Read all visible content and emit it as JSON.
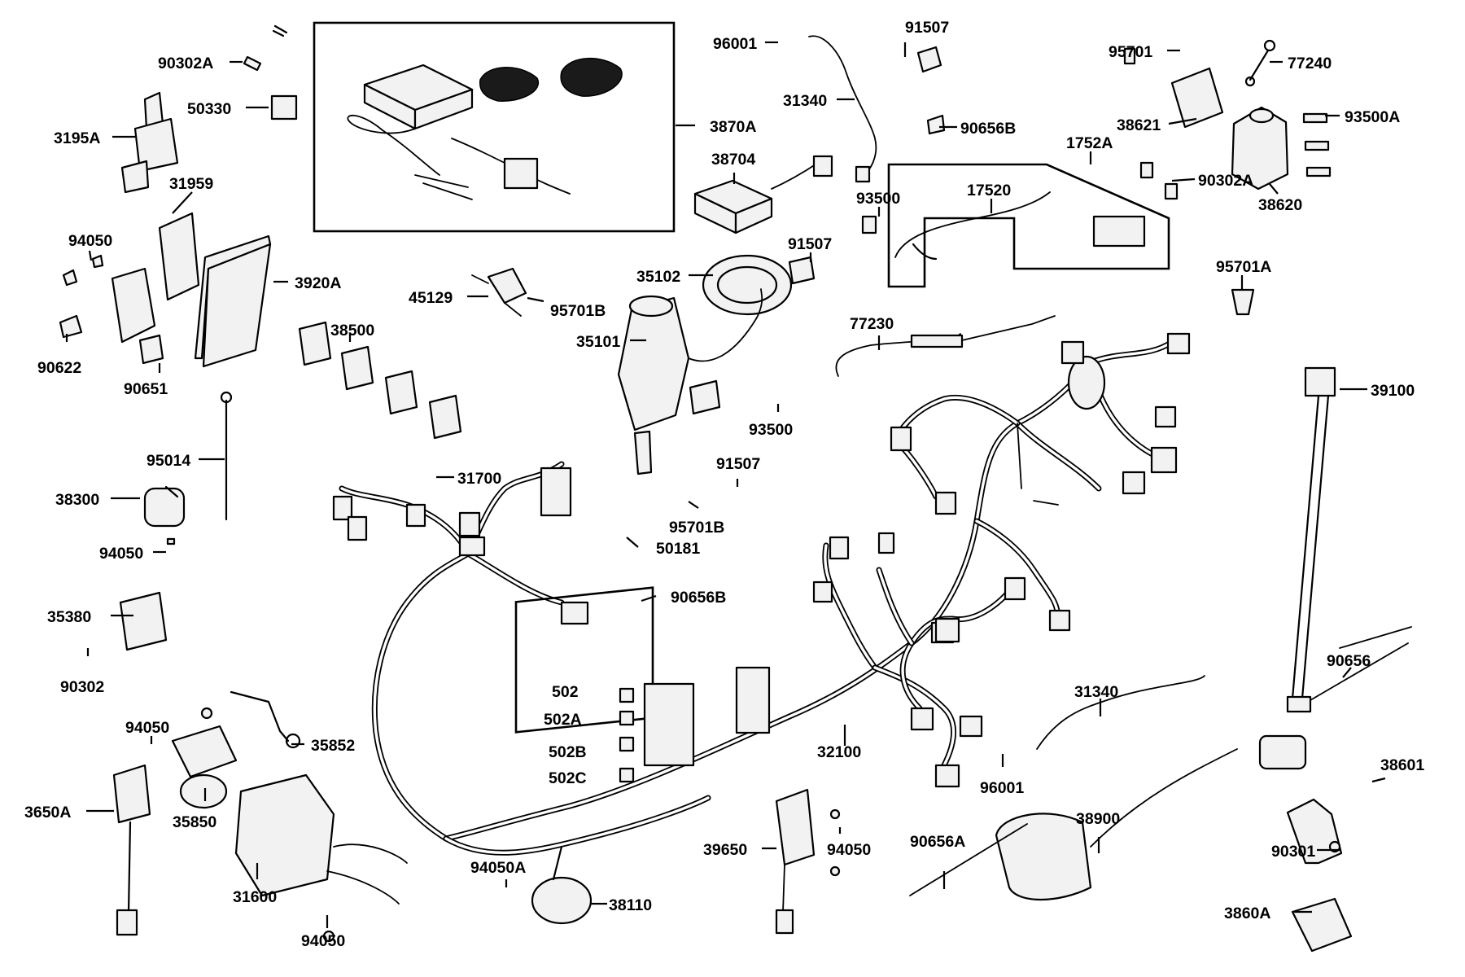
{
  "diagram": {
    "callouts": [
      {
        "id": "c-90302A-top",
        "text": "90302A"
      },
      {
        "id": "c-50330",
        "text": "50330"
      },
      {
        "id": "c-3195A",
        "text": "3195A"
      },
      {
        "id": "c-31959",
        "text": "31959"
      },
      {
        "id": "c-94050-a",
        "text": "94050"
      },
      {
        "id": "c-3920A",
        "text": "3920A"
      },
      {
        "id": "c-90622",
        "text": "90622"
      },
      {
        "id": "c-90651",
        "text": "90651"
      },
      {
        "id": "c-3870A",
        "text": "3870A"
      },
      {
        "id": "c-96001-a",
        "text": "96001"
      },
      {
        "id": "c-91507-a",
        "text": "91507"
      },
      {
        "id": "c-31340-a",
        "text": "31340"
      },
      {
        "id": "c-38704",
        "text": "38704"
      },
      {
        "id": "c-90656B-a",
        "text": "90656B"
      },
      {
        "id": "c-1752A",
        "text": "1752A"
      },
      {
        "id": "c-17520",
        "text": "17520"
      },
      {
        "id": "c-93500-a",
        "text": "93500"
      },
      {
        "id": "c-91507-b",
        "text": "91507"
      },
      {
        "id": "c-95701",
        "text": "95701"
      },
      {
        "id": "c-77240",
        "text": "77240"
      },
      {
        "id": "c-38621",
        "text": "38621"
      },
      {
        "id": "c-93500A",
        "text": "93500A"
      },
      {
        "id": "c-90302A-r",
        "text": "90302A"
      },
      {
        "id": "c-38620",
        "text": "38620"
      },
      {
        "id": "c-95701A",
        "text": "95701A"
      },
      {
        "id": "c-45129",
        "text": "45129"
      },
      {
        "id": "c-95701B-a",
        "text": "95701B"
      },
      {
        "id": "c-35102",
        "text": "35102"
      },
      {
        "id": "c-35101",
        "text": "35101"
      },
      {
        "id": "c-38500",
        "text": "38500"
      },
      {
        "id": "c-77230",
        "text": "77230"
      },
      {
        "id": "c-93500-b",
        "text": "93500"
      },
      {
        "id": "c-39100",
        "text": "39100"
      },
      {
        "id": "c-95014",
        "text": "95014"
      },
      {
        "id": "c-91507-c",
        "text": "91507"
      },
      {
        "id": "c-31700",
        "text": "31700"
      },
      {
        "id": "c-38300",
        "text": "38300"
      },
      {
        "id": "c-95701B-b",
        "text": "95701B"
      },
      {
        "id": "c-94050-b",
        "text": "94050"
      },
      {
        "id": "c-50181",
        "text": "50181"
      },
      {
        "id": "c-90656B-b",
        "text": "90656B"
      },
      {
        "id": "c-35380",
        "text": "35380"
      },
      {
        "id": "c-90302",
        "text": "90302"
      },
      {
        "id": "c-90656",
        "text": "90656"
      },
      {
        "id": "c-502",
        "text": "502"
      },
      {
        "id": "c-502A",
        "text": "502A"
      },
      {
        "id": "c-31340-b",
        "text": "31340"
      },
      {
        "id": "c-94050-c",
        "text": "94050"
      },
      {
        "id": "c-35852",
        "text": "35852"
      },
      {
        "id": "c-502B",
        "text": "502B"
      },
      {
        "id": "c-32100",
        "text": "32100"
      },
      {
        "id": "c-502C",
        "text": "502C"
      },
      {
        "id": "c-96001-b",
        "text": "96001"
      },
      {
        "id": "c-38601",
        "text": "38601"
      },
      {
        "id": "c-3650A",
        "text": "3650A"
      },
      {
        "id": "c-35850",
        "text": "35850"
      },
      {
        "id": "c-38900",
        "text": "38900"
      },
      {
        "id": "c-90656A",
        "text": "90656A"
      },
      {
        "id": "c-39650",
        "text": "39650"
      },
      {
        "id": "c-94050-d",
        "text": "94050"
      },
      {
        "id": "c-90301",
        "text": "90301"
      },
      {
        "id": "c-94050A",
        "text": "94050A"
      },
      {
        "id": "c-31600",
        "text": "31600"
      },
      {
        "id": "c-38110",
        "text": "38110"
      },
      {
        "id": "c-3860A",
        "text": "3860A"
      },
      {
        "id": "c-94050-e",
        "text": "94050"
      }
    ]
  }
}
